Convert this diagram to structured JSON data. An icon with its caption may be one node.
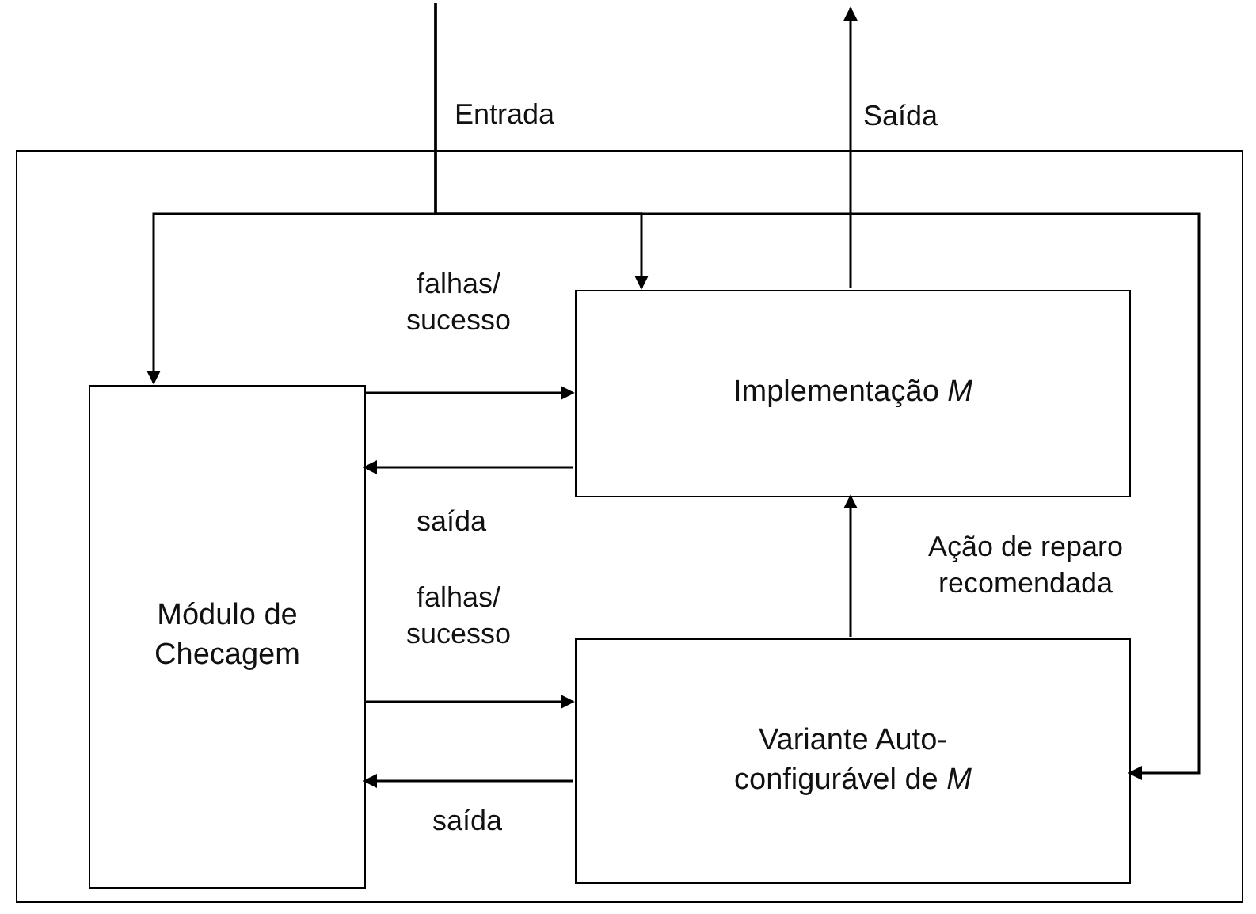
{
  "diagram": {
    "nodes": [
      {
        "text": [],
        "shape": "box"
      },
      {
        "text": [
          "Módulo de Checagem"
        ],
        "in": 0
      },
      {
        "text": [
          "Implementação *M*"
        ],
        "in": 0
      },
      {
        "text": [
          "Variante Auto- configurável de *M*"
        ],
        "in": 0
      }
    ],
    "edges": [
      {
        "from": null,
        "to": 1,
        "arrow": "to"
      },
      {
        "from": null,
        "to": 2,
        "arrow": "to"
      },
      {
        "from": null,
        "to": 3,
        "arrow": "to"
      },
      {
        "from": 2,
        "to": null,
        "arrow": "to",
        "label": "Saída"
      },
      {
        "from": 1,
        "to": 2,
        "arrow": "to",
        "label": "falhas/ sucesso"
      },
      {
        "from": 2,
        "to": 1,
        "arrow": "to",
        "label": "saída"
      },
      {
        "from": 3,
        "to": 2,
        "arrow": "to",
        "label": "Ação de reparo recomendada"
      },
      {
        "from": 1,
        "to": 3,
        "arrow": "to",
        "label": "falhas/ sucesso"
      },
      {
        "from": 3,
        "to": 1,
        "arrow": "to",
        "label": "saída"
      }
    ],
    "labels": [
      "Entrada"
    ]
  }
}
